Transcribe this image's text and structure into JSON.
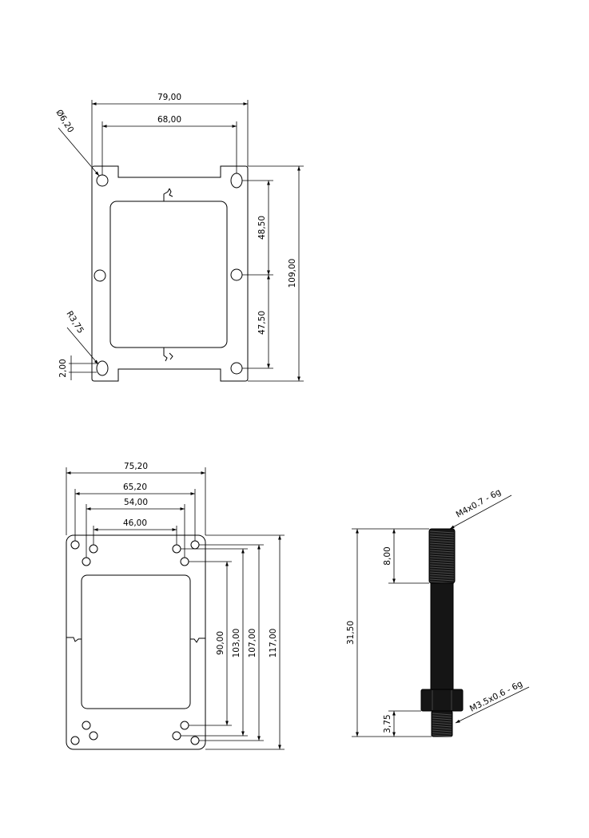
{
  "plate_a": {
    "dim_width_outer": "79,00",
    "dim_width_holes": "68,00",
    "dim_hole_diameter": "Ø6,20",
    "dim_height_upper": "48,50",
    "dim_height_lower": "47,50",
    "dim_height_total": "109,00",
    "dim_corner_radius": "R3,75",
    "dim_offset": "2,00"
  },
  "plate_b": {
    "dim_width_outer": "75,20",
    "dim_width_holes_outer": "65,20",
    "dim_width_holes_mid": "54,00",
    "dim_width_holes_inner": "46,00",
    "dim_height_90": "90,00",
    "dim_height_103": "103,00",
    "dim_height_107": "107,00",
    "dim_height_117": "117,00"
  },
  "standoff": {
    "dim_total_length": "31,50",
    "dim_top_thread_length": "8,00",
    "dim_bottom_thread_length": "3,75",
    "thread_top_spec": "M4x0.7 - 6g",
    "thread_bottom_spec": "M3.5x0.6 - 6g"
  }
}
